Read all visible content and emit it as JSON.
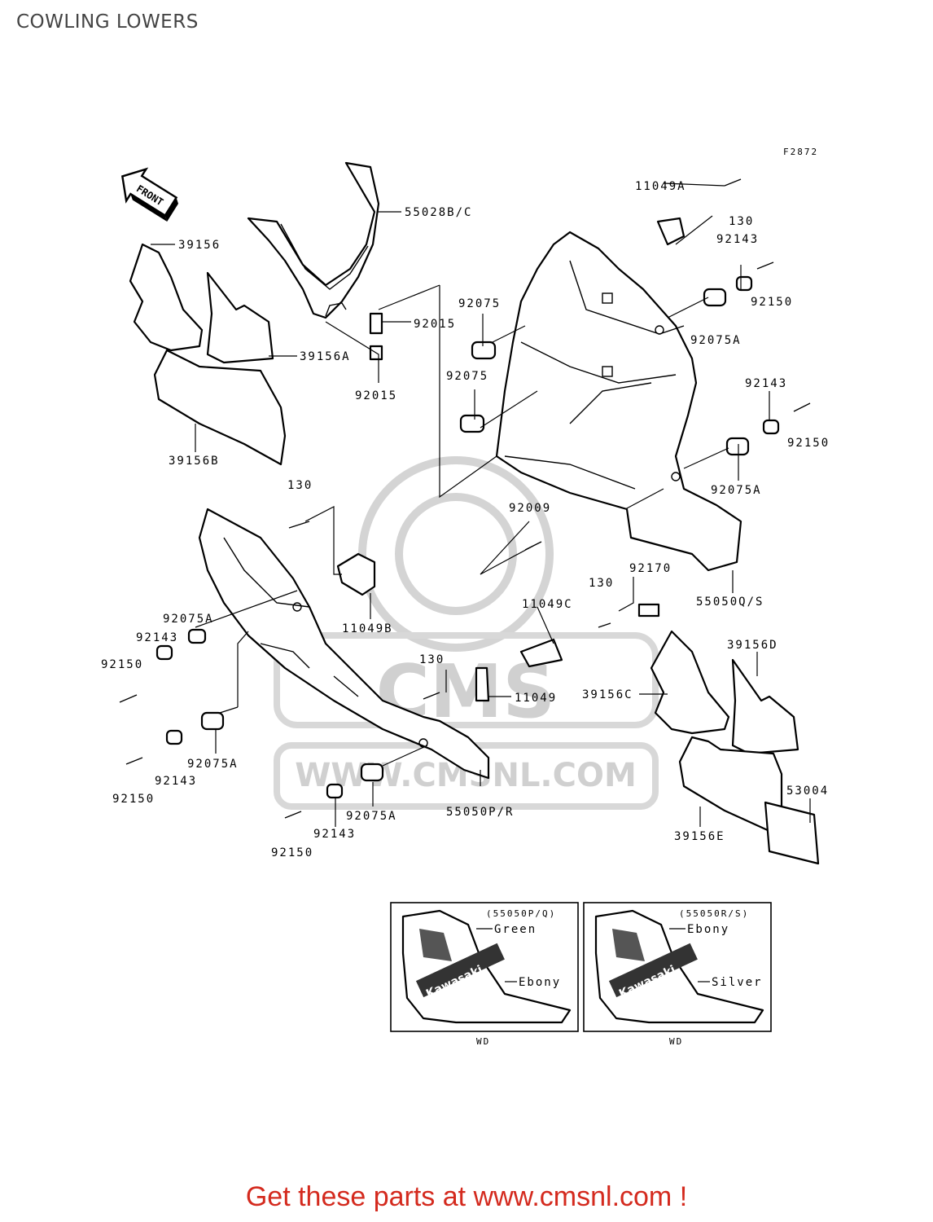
{
  "title": "COWLING LOWERS",
  "figure_code": "F2872",
  "front_label": "FRONT",
  "watermark": {
    "brand": "CMS",
    "url": "WWW.CMSNL.COM"
  },
  "labels": {
    "p55028bc": "55028B/C",
    "p39156": "39156",
    "p39156a": "39156A",
    "p39156b": "39156B",
    "p92015a": "92015",
    "p92015b": "92015",
    "p11049a": "11049A",
    "p130a": "130",
    "p92143a": "92143",
    "p92150a": "92150",
    "p92075a_top1": "92075",
    "p92075a_top2": "92075",
    "p92075A_r1": "92075A",
    "p92143b": "92143",
    "p92150b": "92150",
    "p92075A_r2": "92075A",
    "p92009": "92009",
    "p130b": "130",
    "p92170": "92170",
    "p55050qs": "55050Q/S",
    "p130c": "130",
    "p11049c": "11049C",
    "p11049b": "11049B",
    "p92075A_l1": "92075A",
    "p92143c": "92143",
    "p92150c": "92150",
    "p130d": "130",
    "p11049": "11049",
    "p39156d": "39156D",
    "p39156c": "39156C",
    "p92075A_l2": "92075A",
    "p92150d": "92150",
    "p92143d": "92143",
    "p92143e": "92143",
    "p92075A_l3": "92075A",
    "p55050pr": "55050P/R",
    "p92150e": "92150",
    "p53004": "53004",
    "p39156e": "39156E"
  },
  "inset_left": {
    "code": "(55050P/Q)",
    "upper_color": "Green",
    "lower_color": "Ebony",
    "brand": "Kawasaki",
    "note": "WD"
  },
  "inset_right": {
    "code": "(55050R/S)",
    "upper_color": "Ebony",
    "lower_color": "Silver",
    "brand": "Kawasaki",
    "note": "WD"
  },
  "footer": "Get these parts at www.cmsnl.com !"
}
